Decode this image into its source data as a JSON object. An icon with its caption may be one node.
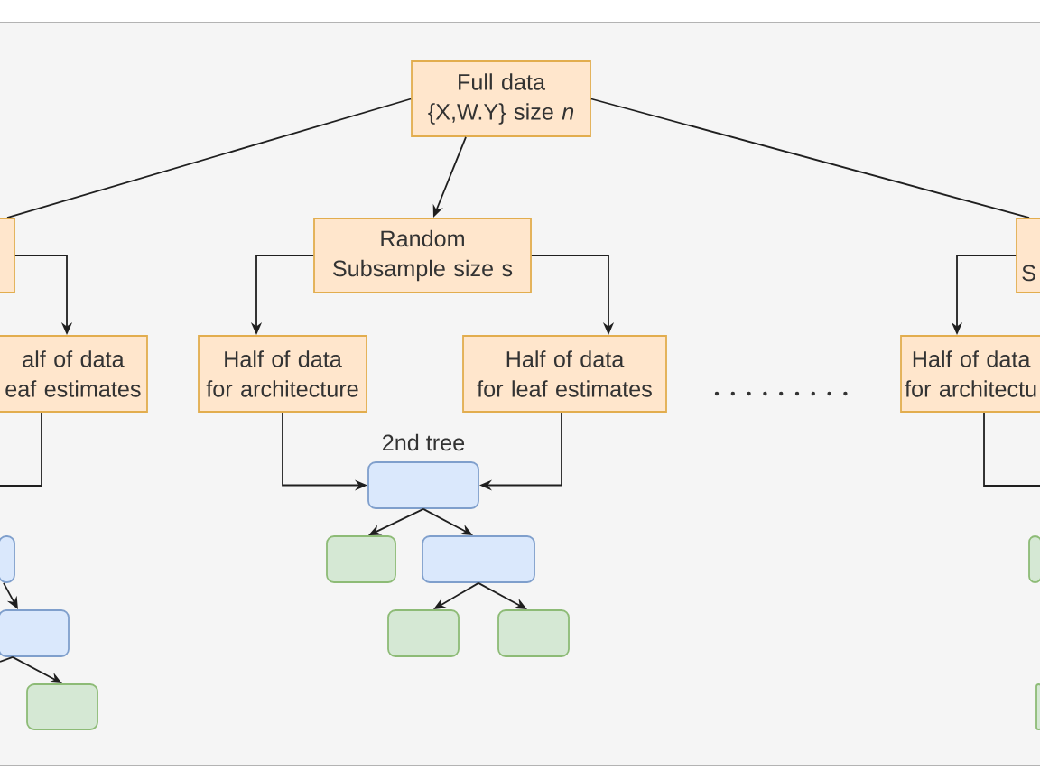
{
  "diagram": {
    "nodes": [
      {
        "text": [
          "Full data {X,W.Y} size *n*"
        ]
      },
      {
        "text": [],
        "shape": "box"
      },
      {
        "text": [
          "Random Subsample size s"
        ]
      },
      {
        "text": [
          "S"
        ]
      },
      {
        "text": [
          "alf of data eaf estimates"
        ]
      },
      {
        "text": [
          "Half of data for architecture"
        ]
      },
      {
        "text": [
          "Half of data for leaf estimates"
        ]
      },
      {
        "text": [
          "Half of data for architectu"
        ]
      },
      {
        "text": [],
        "shape": "box",
        "beside": [
          "2nd tree"
        ]
      },
      {
        "text": [],
        "shape": "box"
      },
      {
        "text": [],
        "shape": "box"
      },
      {
        "text": [],
        "shape": "box"
      },
      {
        "text": [],
        "shape": "box"
      },
      {
        "text": [],
        "shape": "box"
      },
      {
        "text": [],
        "shape": "box"
      },
      {
        "text": [],
        "shape": "box"
      },
      {
        "text": [],
        "shape": "box"
      },
      {
        "text": [],
        "shape": "box"
      }
    ],
    "edges": [
      {
        "from": 0,
        "to": 1,
        "arrow": "none"
      },
      {
        "from": 0,
        "to": 2,
        "arrow": "to"
      },
      {
        "from": 0,
        "to": 3,
        "arrow": "none"
      },
      {
        "from": 1,
        "to": 4,
        "arrow": "to"
      },
      {
        "from": 2,
        "to": 5,
        "arrow": "to"
      },
      {
        "from": 2,
        "to": 6,
        "arrow": "to"
      },
      {
        "from": 3,
        "to": 7,
        "arrow": "to"
      },
      {
        "from": 4,
        "to": null,
        "arrow": "none"
      },
      {
        "from": 5,
        "to": 8,
        "arrow": "to"
      },
      {
        "from": 6,
        "to": 8,
        "arrow": "to"
      },
      {
        "from": 7,
        "to": null,
        "arrow": "none"
      },
      {
        "from": 8,
        "to": 10,
        "arrow": "to"
      },
      {
        "from": 8,
        "to": 11,
        "arrow": "to"
      },
      {
        "from": 9,
        "to": 13,
        "arrow": "to"
      },
      {
        "from": 11,
        "to": 14,
        "arrow": "to"
      },
      {
        "from": 11,
        "to": 15,
        "arrow": "to"
      },
      {
        "from": 13,
        "to": 16,
        "arrow": "to"
      },
      {
        "from": 13,
        "to": null,
        "arrow": "none"
      }
    ]
  }
}
